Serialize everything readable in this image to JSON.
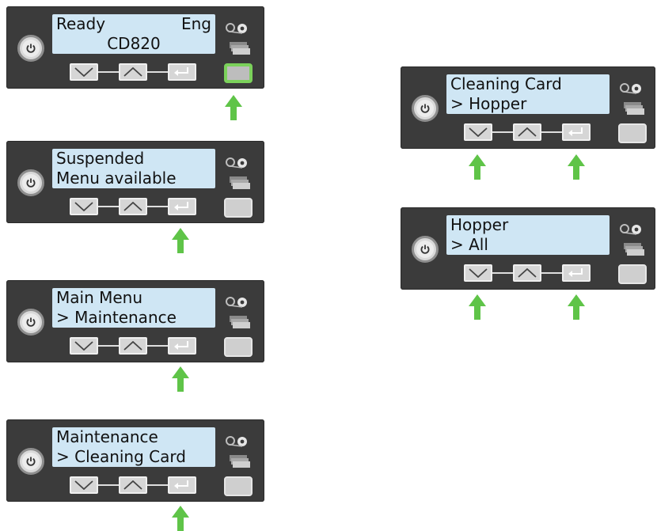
{
  "colors": {
    "panel": "#3b3b3b",
    "lcd": "#cfe6f4",
    "arrow": "#5fc448",
    "lit_indicator": "#7bd15b"
  },
  "icons": [
    "power-icon",
    "ribbon-icon",
    "card-stack-icon",
    "down-arrow-icon",
    "up-arrow-icon",
    "enter-icon",
    "press-arrow"
  ],
  "panels": [
    {
      "line1": "Ready",
      "line1_right": "Eng",
      "line2": "CD820"
    },
    {
      "line1": "Suspended",
      "line1_right": "",
      "line2": "Menu available"
    },
    {
      "line1": "Main Menu",
      "line1_right": "",
      "line2": "> Maintenance"
    },
    {
      "line1": "Maintenance",
      "line1_right": "",
      "line2": "> Cleaning Card"
    },
    {
      "line1": "Cleaning Card",
      "line1_right": "",
      "line2": "> Hopper"
    },
    {
      "line1": "Hopper",
      "line1_right": "",
      "line2": "> All"
    }
  ]
}
